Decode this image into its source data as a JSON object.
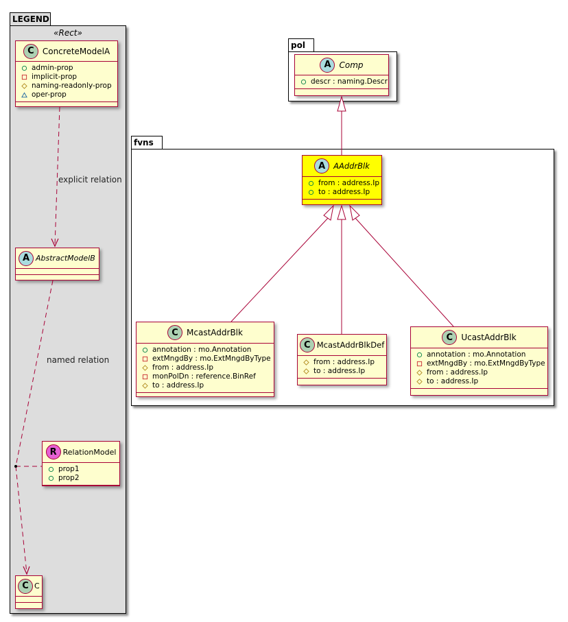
{
  "colors": {
    "class_fill": "#FEFECE",
    "class_border": "#A80036",
    "highlight_fill": "#FFFF00",
    "legend_fill": "#DDDDDD",
    "stereo_class": "#ADD1B2",
    "stereo_abstract": "#A9DCDF",
    "stereo_relation": "#E561D4"
  },
  "legend": {
    "package_label": "LEGEND",
    "stereotype": "«Rect»",
    "concrete_model": {
      "stereotype_letter": "C",
      "name": "ConcreteModelA",
      "attributes": [
        {
          "visibility": "public-circle-icon",
          "text": "admin-prop"
        },
        {
          "visibility": "private-square-icon",
          "text": "implicit-prop"
        },
        {
          "visibility": "protected-diamond-icon",
          "text": "naming-readonly-prop"
        },
        {
          "visibility": "package-triangle-icon",
          "text": "oper-prop"
        }
      ]
    },
    "abstract_model": {
      "stereotype_letter": "A",
      "name": "AbstractModelB"
    },
    "relation_model": {
      "stereotype_letter": "R",
      "name": "RelationModel",
      "attributes": [
        {
          "visibility": "public-circle-icon",
          "text": "prop1"
        },
        {
          "visibility": "public-circle-icon",
          "text": "prop2"
        }
      ]
    },
    "class_c": {
      "stereotype_letter": "C",
      "name": "C"
    },
    "edge_labels": {
      "explicit": "explicit relation",
      "named": "named relation"
    }
  },
  "pol": {
    "package_label": "pol",
    "comp": {
      "stereotype_letter": "A",
      "name": "Comp",
      "attributes": [
        {
          "visibility": "public-circle-icon",
          "text": "descr : naming.Descr"
        }
      ]
    }
  },
  "fvns": {
    "package_label": "fvns",
    "aaddrblk": {
      "stereotype_letter": "A",
      "name": "AAddrBlk",
      "attributes": [
        {
          "visibility": "public-circle-icon",
          "text": "from : address.Ip"
        },
        {
          "visibility": "public-circle-icon",
          "text": "to : address.Ip"
        }
      ]
    },
    "mcastaddrblk": {
      "stereotype_letter": "C",
      "name": "McastAddrBlk",
      "attributes": [
        {
          "visibility": "public-circle-icon",
          "text": "annotation : mo.Annotation"
        },
        {
          "visibility": "private-square-icon",
          "text": "extMngdBy : mo.ExtMngdByType"
        },
        {
          "visibility": "protected-diamond-icon",
          "text": "from : address.Ip"
        },
        {
          "visibility": "private-square-icon",
          "text": "monPolDn : reference.BinRef"
        },
        {
          "visibility": "protected-diamond-icon",
          "text": "to : address.Ip"
        }
      ]
    },
    "mcastaddrblkdef": {
      "stereotype_letter": "C",
      "name": "McastAddrBlkDef",
      "attributes": [
        {
          "visibility": "protected-diamond-icon",
          "text": "from : address.Ip"
        },
        {
          "visibility": "protected-diamond-icon",
          "text": "to : address.Ip"
        }
      ]
    },
    "ucastaddrblk": {
      "stereotype_letter": "C",
      "name": "UcastAddrBlk",
      "attributes": [
        {
          "visibility": "public-circle-icon",
          "text": "annotation : mo.Annotation"
        },
        {
          "visibility": "private-square-icon",
          "text": "extMngdBy : mo.ExtMngdByType"
        },
        {
          "visibility": "protected-diamond-icon",
          "text": "from : address.Ip"
        },
        {
          "visibility": "protected-diamond-icon",
          "text": "to : address.Ip"
        }
      ]
    }
  }
}
